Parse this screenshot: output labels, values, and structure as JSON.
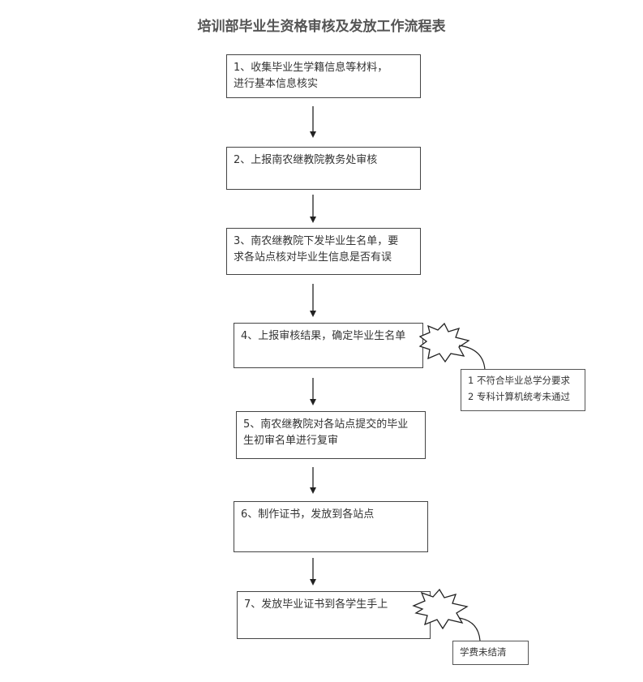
{
  "title": "培训部毕业生资格审核及发放工作流程表",
  "steps": [
    {
      "lines": [
        "1、收集毕业生学籍信息等材料，",
        "进行基本信息核实"
      ]
    },
    {
      "lines": [
        "2、上报南农继教院教务处审核"
      ]
    },
    {
      "lines": [
        "3、南农继教院下发毕业生名单，要",
        "求各站点核对毕业生信息是否有误"
      ]
    },
    {
      "lines": [
        "4、上报审核结果，确定毕业生名单"
      ]
    },
    {
      "lines": [
        "5、南农继教院对各站点提交的毕业",
        "生初审名单进行复审"
      ]
    },
    {
      "lines": [
        "6、制作证书，发放到各站点"
      ]
    },
    {
      "lines": [
        "7、发放毕业证书到各学生手上"
      ]
    }
  ],
  "notes": [
    {
      "lines": [
        "1 不符合毕业总学分要求",
        "2 专科计算机统考未通过"
      ]
    },
    {
      "lines": [
        "学费未结清"
      ]
    }
  ]
}
